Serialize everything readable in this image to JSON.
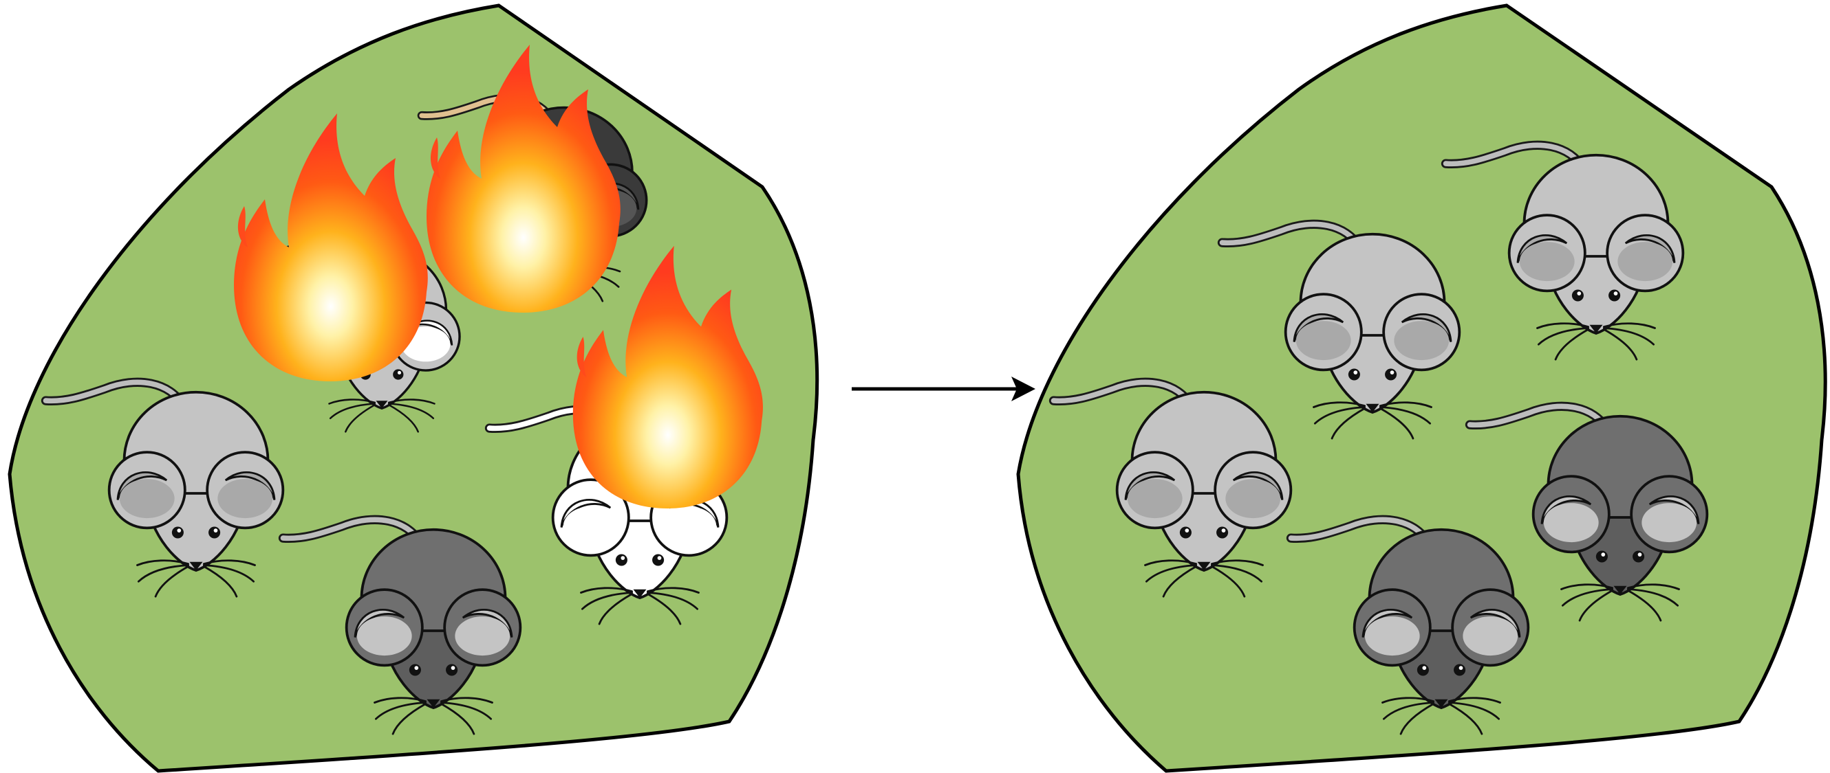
{
  "colors": {
    "background": "#ffffff",
    "habitat_fill": "#9cc26c",
    "habitat_stroke": "#000000",
    "arrow": "#000000",
    "mouse_light_gray": "#c4c4c4",
    "mouse_dark_gray": "#6f6f6f",
    "mouse_white": "#ffffff",
    "mouse_black": "#3a3a3a",
    "flame_outer": "#ff3b1f",
    "flame_mid": "#ff8a1a",
    "flame_core": "#fff2a8"
  },
  "panels": [
    {
      "id": "before",
      "mice": [
        {
          "color": "light_gray",
          "on_fire": false
        },
        {
          "color": "dark_gray",
          "on_fire": false
        },
        {
          "color": "light_gray",
          "on_fire": true
        },
        {
          "color": "black",
          "on_fire": true
        },
        {
          "color": "white",
          "on_fire": true
        }
      ]
    },
    {
      "id": "after",
      "mice": [
        {
          "color": "light_gray",
          "on_fire": false
        },
        {
          "color": "light_gray",
          "on_fire": false
        },
        {
          "color": "light_gray",
          "on_fire": false
        },
        {
          "color": "dark_gray",
          "on_fire": false
        },
        {
          "color": "dark_gray",
          "on_fire": false
        }
      ]
    }
  ],
  "counts": {
    "before_mice": 5,
    "before_on_fire": 3,
    "after_mice": 5
  }
}
